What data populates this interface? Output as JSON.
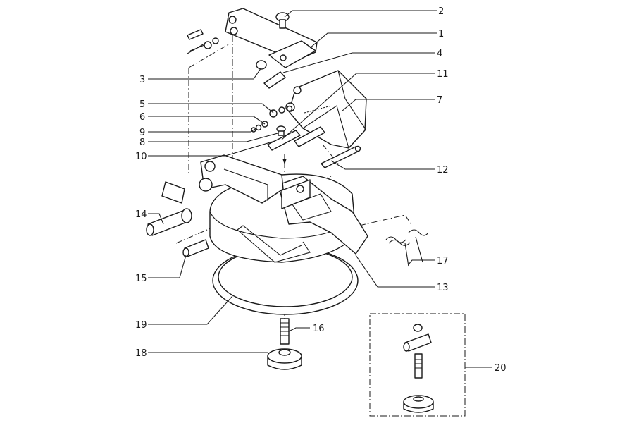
{
  "callouts": {
    "c1": "1",
    "c2": "2",
    "c3": "3",
    "c4": "4",
    "c5": "5",
    "c6": "6",
    "c7": "7",
    "c8": "8",
    "c9": "9",
    "c10": "10",
    "c11": "11",
    "c12": "12",
    "c13": "13",
    "c14": "14",
    "c15": "15",
    "c16": "16",
    "c17": "17",
    "c18": "18",
    "c19": "19",
    "c20": "20"
  },
  "colors": {
    "line": "#1a1a1a",
    "background": "#ffffff"
  }
}
